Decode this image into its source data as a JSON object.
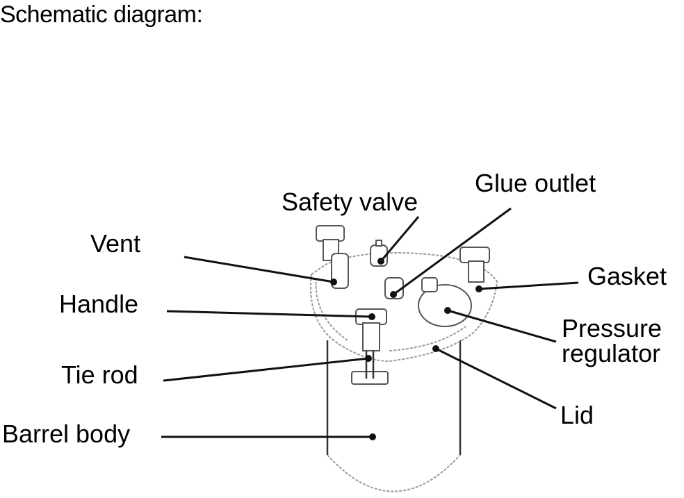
{
  "title": "Schematic diagram:",
  "labels": {
    "safety_valve": "Safety valve",
    "glue_outlet": "Glue outlet",
    "vent": "Vent",
    "gasket": "Gasket",
    "handle": "Handle",
    "pressure_regulator_line1": "Pressure",
    "pressure_regulator_line2": "regulator",
    "tie_rod": "Tie rod",
    "lid": "Lid",
    "barrel_body": "Barrel body"
  },
  "colors": {
    "leader": "#111111",
    "outline": "#9a9a9a"
  }
}
